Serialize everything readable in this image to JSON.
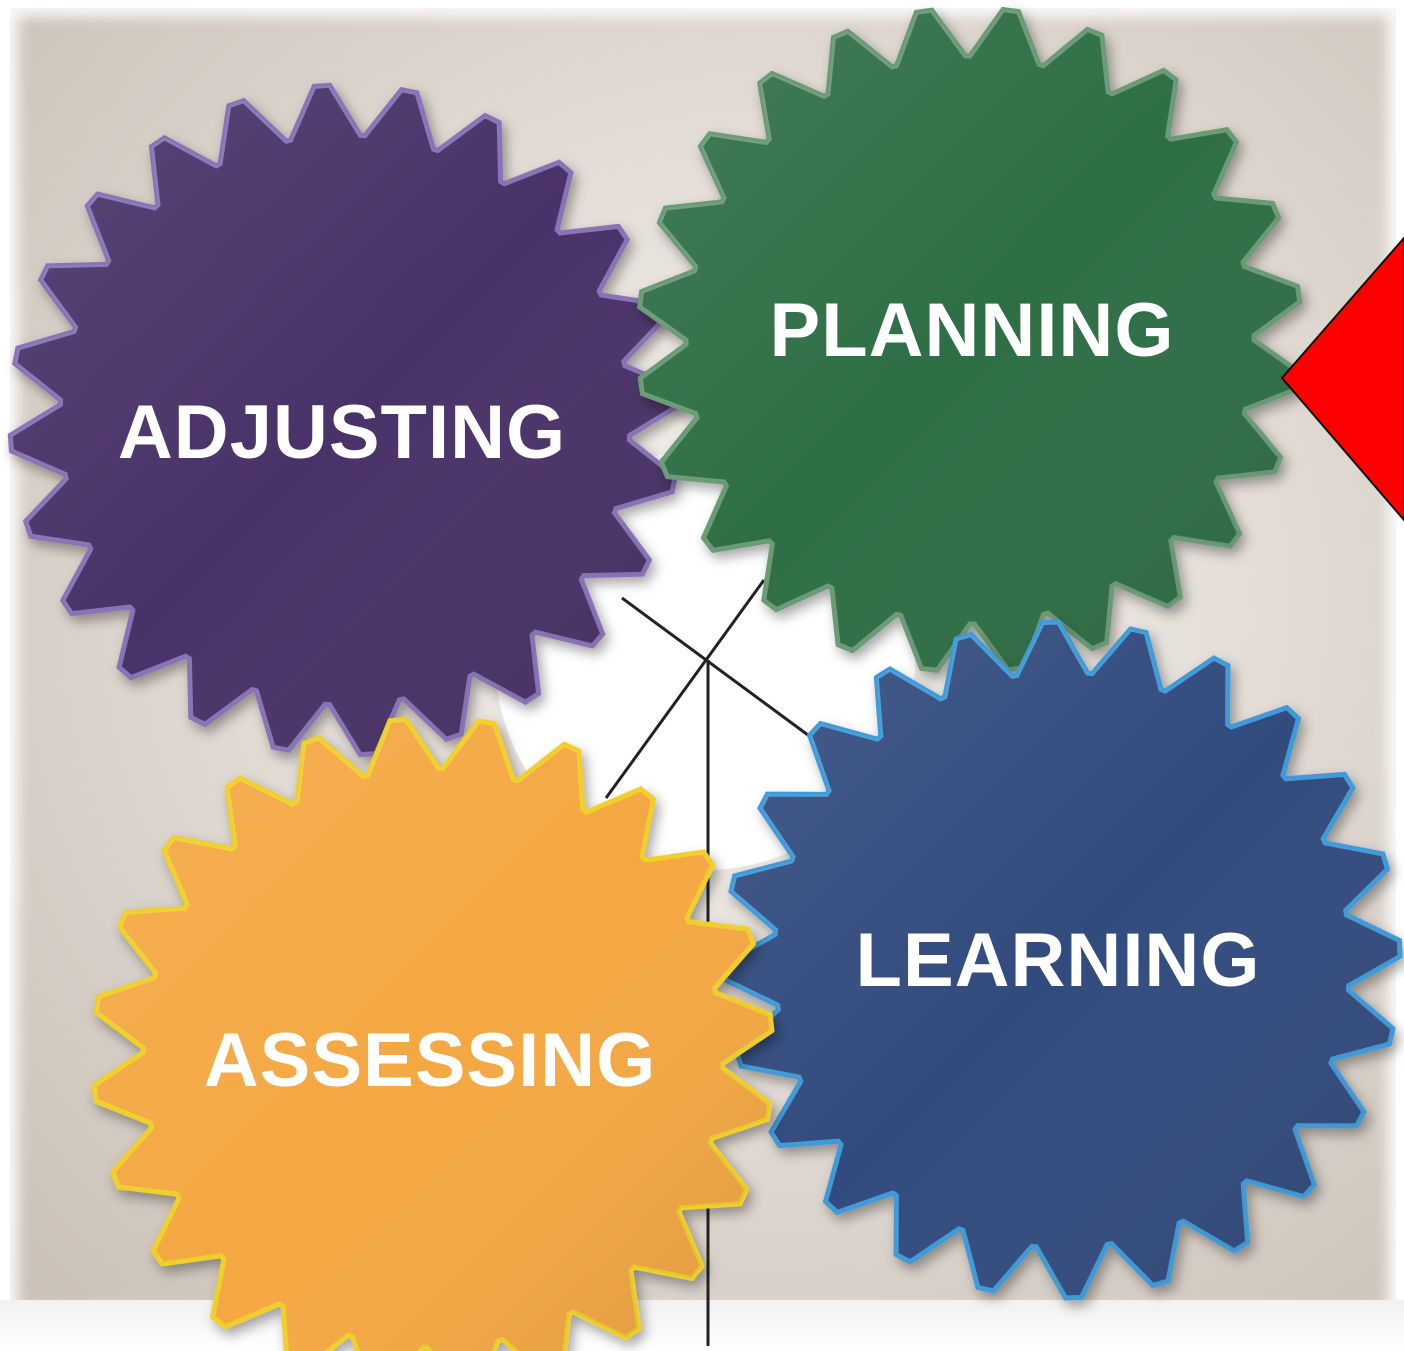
{
  "diagram": {
    "gears": [
      {
        "id": "adjusting",
        "label": "ADJUSTING",
        "color": "#4a3268",
        "edge": "#8a72b6"
      },
      {
        "id": "planning",
        "label": "PLANNING",
        "color": "#2e6e44",
        "edge": "#6a9a76"
      },
      {
        "id": "learning",
        "label": "LEARNING",
        "color": "#324c7e",
        "edge": "#3f9ad8"
      },
      {
        "id": "assessing",
        "label": "ASSESSING",
        "color": "#f4a843",
        "edge": "#f0cf2a"
      }
    ],
    "pointer_color": "#ff0000"
  }
}
